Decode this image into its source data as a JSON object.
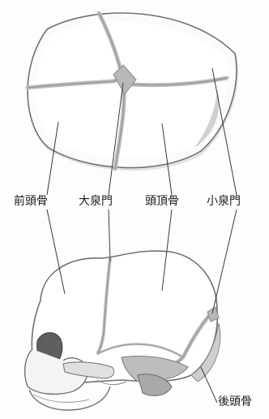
{
  "labels": {
    "frontal_bone": "前頭骨",
    "anterior_fontanelle": "大泉門",
    "parietal_bone": "頭頂骨",
    "posterior_fontanelle": "小泉門",
    "occipital_bone": "後頭骨"
  },
  "colors": {
    "outline": "#6e6e6e",
    "suture_fill": "#bdbdbd",
    "shading": "#d9d9d9",
    "orbit": "#5f5f5f",
    "leader_line": "#3a3a3a"
  }
}
